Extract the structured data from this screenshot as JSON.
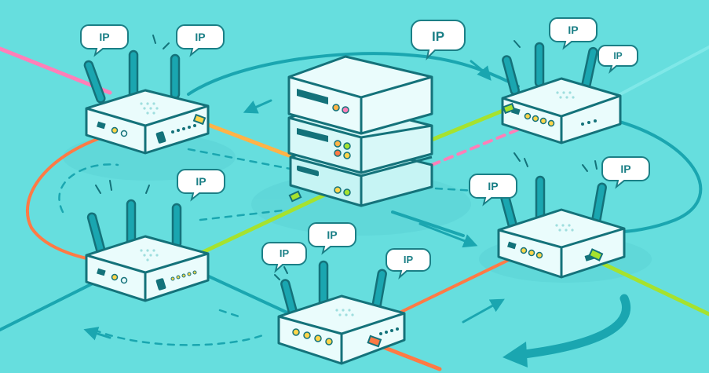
{
  "colors": {
    "background": "#66dede",
    "device_body": "#eafcfc",
    "device_outline": "#14727a",
    "cable_teal": "#1aa6b0",
    "cable_orange": "#ff7a45",
    "cable_green": "#a6e22e",
    "cable_pink": "#ff7fb8",
    "led_yellow": "#ffd54a"
  },
  "bubble_label": "IP",
  "devices": [
    {
      "name": "central-server",
      "icon": "server-stack-icon"
    },
    {
      "name": "router-top-left",
      "icon": "wifi-router-icon"
    },
    {
      "name": "router-top-right",
      "icon": "wifi-router-icon"
    },
    {
      "name": "router-mid-left",
      "icon": "wifi-router-icon"
    },
    {
      "name": "router-mid-right",
      "icon": "wifi-router-icon"
    },
    {
      "name": "router-bottom-center",
      "icon": "wifi-router-icon"
    }
  ]
}
